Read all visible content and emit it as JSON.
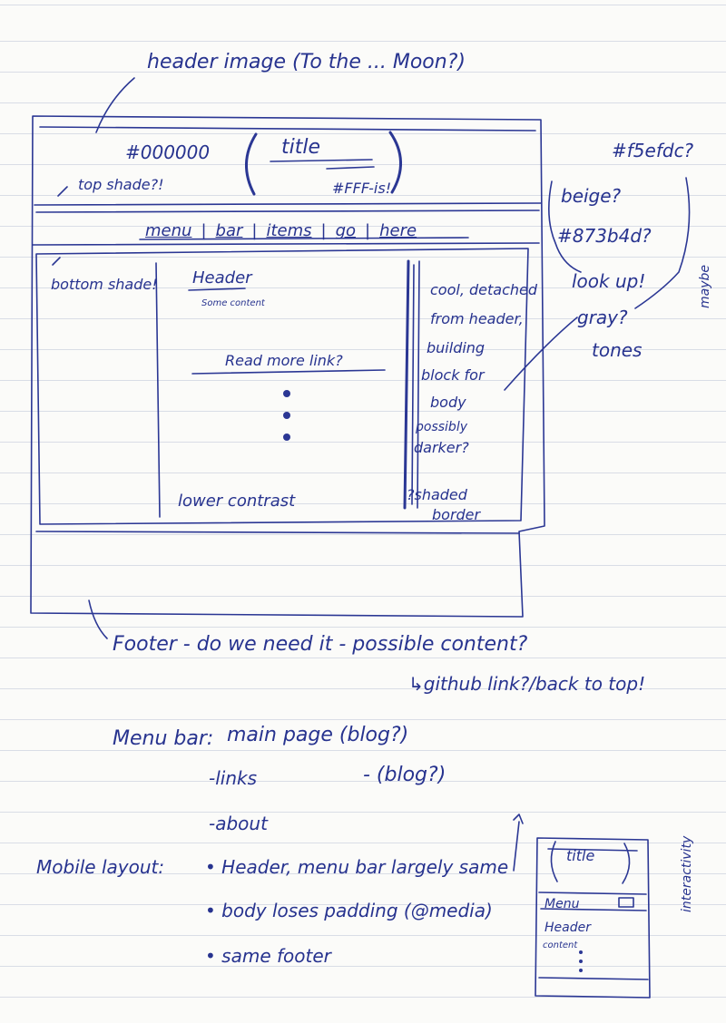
{
  "header_image_note": "header image (To the ... Moon?)",
  "header": {
    "left_color": "#000000",
    "title": "title",
    "title_color": "#FFF-is!",
    "top_shade": "top shade?!"
  },
  "side_notes": {
    "color_1": "#f5efdc?",
    "beige": "beige?",
    "color_2": "#873b4d?",
    "maybe": "maybe",
    "look_up": "look up!",
    "gray": "gray?",
    "tones": "tones"
  },
  "menu_bar": [
    "menu",
    "bar",
    "items",
    "go",
    "here"
  ],
  "body": {
    "bottom_shade": "bottom shade!",
    "header": "Header",
    "content": "Some content",
    "read_more": "Read more link?",
    "lower_contrast": "lower contrast",
    "sidebar_lines": [
      "cool, detached",
      "from header,",
      "building",
      "block for",
      "body",
      "possibly",
      "darker?"
    ],
    "shaded_border": [
      "?shaded",
      "border"
    ]
  },
  "footer": {
    "question": "Footer - do we need it - possible content?",
    "options": "↳github link?/back to top!"
  },
  "menu_bar_notes": {
    "label": "Menu bar:",
    "main": "main page (blog?)",
    "links": "-links",
    "blog": "- (blog?)",
    "about": "-about"
  },
  "mobile": {
    "label": "Mobile layout:",
    "items": [
      "• Header, menu bar largely same",
      "• body loses padding (@media)",
      "• same footer"
    ],
    "sketch_title": "title",
    "sketch_menu": "Menu",
    "sketch_header": "Header",
    "sketch_content": "content",
    "interactivity": "interactivity"
  }
}
